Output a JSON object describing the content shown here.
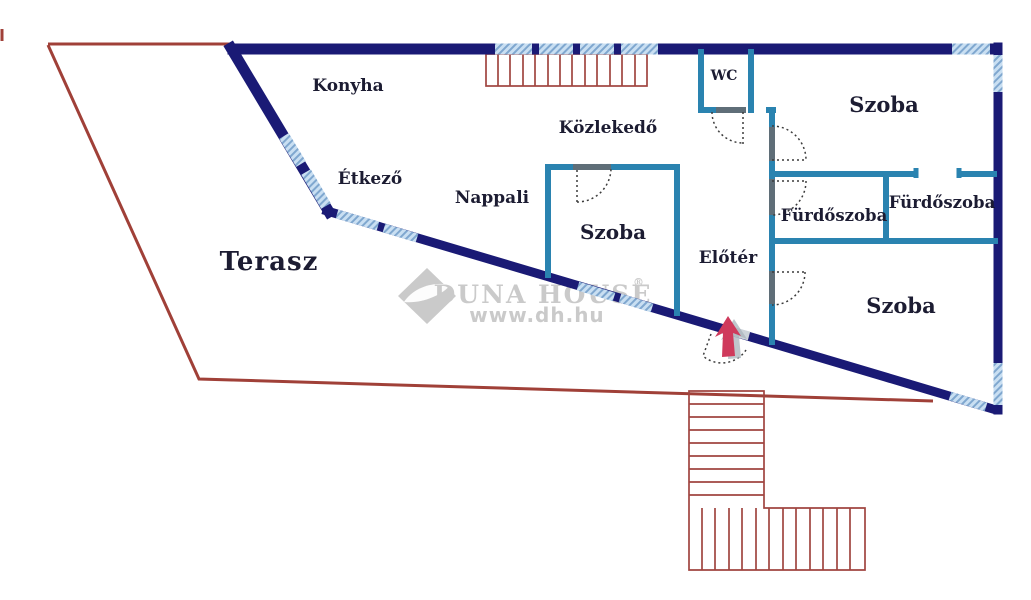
{
  "watermark": {
    "brand": "DUNA HOUSE",
    "registered": "®",
    "url": "www.dh.hu"
  },
  "rooms": {
    "terasz": "Terasz",
    "konyha": "Konyha",
    "etkezo": "Étkező",
    "nappali": "Nappali",
    "kozlekedo": "Közlekedő",
    "wc": "WC",
    "szoba_top_right": "Szoba",
    "szoba_middle": "Szoba",
    "szoba_bottom_right": "Szoba",
    "furdoszoba_left": "Fürdőszoba",
    "furdoszoba_right": "Fürdőszoba",
    "eloter": "Előtér"
  },
  "colors": {
    "outer-wall": "#1a1a75",
    "inner-wall": "#2a83b0",
    "door": "#5f6e78",
    "door-gap": "#ccd3d8",
    "terrace": "#a04038",
    "stairs": "#a04540",
    "window-base": "#c9dff2",
    "window-stripe": "#7fa7cf",
    "arc": "#3c3c3c",
    "label": "#1c1c32",
    "arrow": "#cf3a5c",
    "arrow-shadow": "#a9b4bc",
    "watermark": "#c1c1c1"
  }
}
